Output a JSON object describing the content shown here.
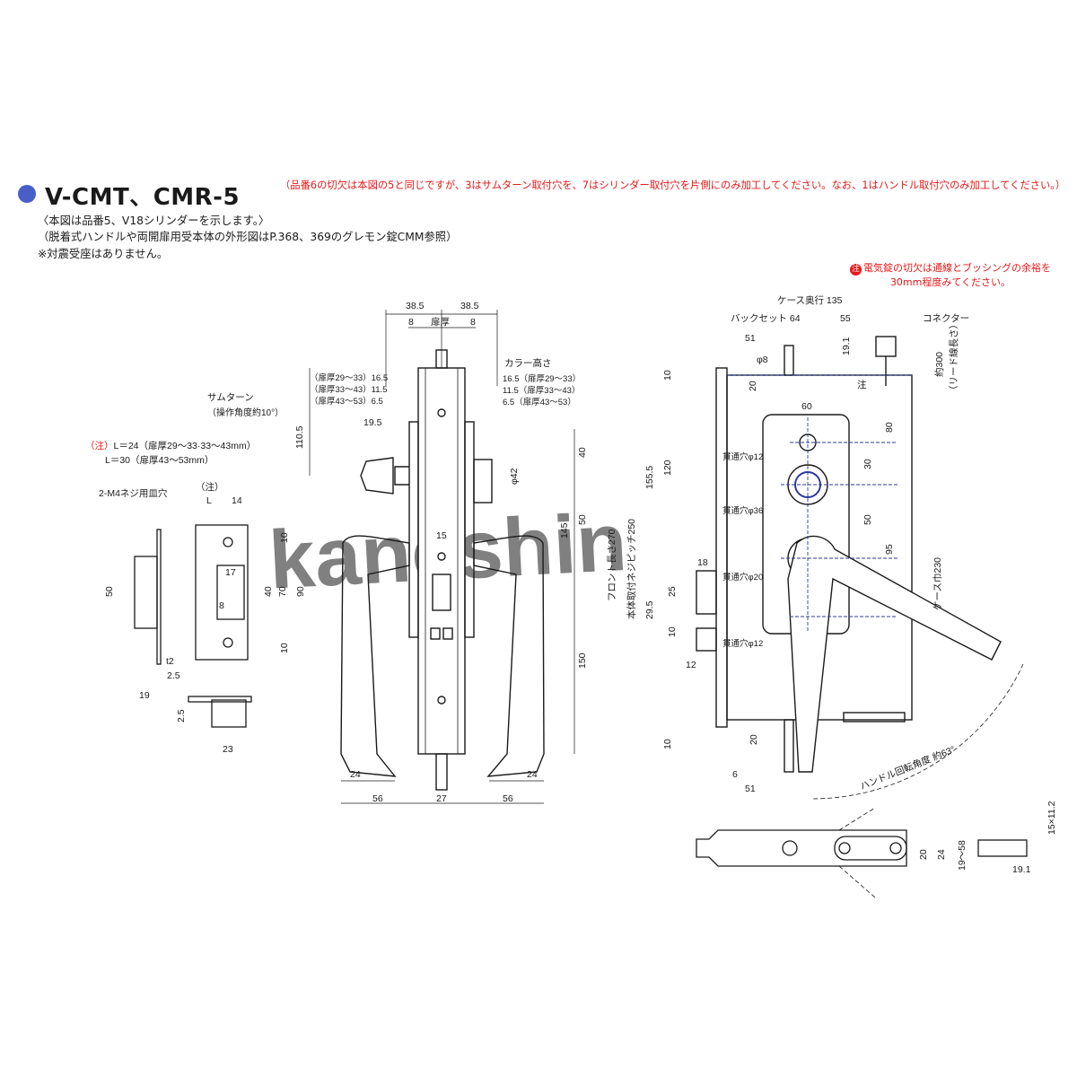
{
  "header": {
    "title": "V-CMT、CMR-5",
    "note_red": "（品番6の切欠は本図の5と同じですが、3はサムターン取付穴を、7はシリンダー取付穴を片側にのみ加工してください。なお、1はハンドル取付穴のみ加工してください。）",
    "sub1": "〈本図は品番5、V18シリンダーを示します。〉",
    "sub2": "（脱着式ハンドルや両開扉用受本体の外形図はP.368、369のグレモン錠CMM参照）",
    "sub3": "※対震受座はありません。",
    "elec_tag": "注",
    "elec_note1": "電気錠の切欠は通線とブッシングの余裕を",
    "elec_note2": "30mm程度みてください。"
  },
  "colors": {
    "accent": "#4a5ec8",
    "red": "#e61919",
    "blue_dim": "#2b3aa0",
    "line": "#1a1a1a"
  },
  "labels": {
    "watermark": "kaneshin",
    "thumbturn": "サムターン",
    "thumbturn_angle": "（操作角度約10°）",
    "note_tag": "（注）",
    "L_24": "L＝24（扉厚29～33·33～43mm）",
    "L_30": "L＝30（扉厚43～53mm）",
    "m4": "2-M4ネジ用皿穴",
    "note_tag2": "（注）",
    "L": "L",
    "t2": "t2",
    "door_thick": "扉厚",
    "collar": "カラー高さ",
    "c1": "16.5（扉厚29～33）",
    "c2": "11.5（扉厚33～43）",
    "c3": "6.5（扉厚43～53）",
    "l1": "（扉厚29～33）16.5",
    "l2": "（扉厚33～43）11.5",
    "l3": "（扉厚43～53）6.5",
    "front_len": "フロント長さ270",
    "body_pitch": "本体取付ネジピッチ250",
    "case_depth": "ケース奥行 135",
    "backset": "バックセット 64",
    "connector": "コネクター",
    "lead": "約300",
    "lead2": "（リード線長さ）",
    "case_width": "ケース巾230",
    "hole12a": "貫通穴φ12",
    "hole36": "貫通穴φ36",
    "hole20": "貫通穴φ20",
    "hole12b": "貫通穴φ12",
    "rot": "ハンドル回転角度 約63°",
    "note_tag3": "注",
    "phi8": "φ8",
    "phi42": "φ42"
  },
  "dims": {
    "d385a": "38.5",
    "d385b": "38.5",
    "d8a": "8",
    "d8b": "8",
    "d1105": "110.5",
    "d195": "19.5",
    "d40": "40",
    "d50": "50",
    "d145": "145",
    "d150": "150",
    "d15": "15",
    "d24a": "24",
    "d24b": "24",
    "d56a": "56",
    "d27": "27",
    "d56b": "56",
    "d14": "14",
    "d10a": "10",
    "d10b": "10",
    "d17": "17",
    "d8c": "8",
    "d40b": "40",
    "d70": "70",
    "d90": "90",
    "d50l": "50",
    "d25": "2.5",
    "d19": "19",
    "d25b": "2.5",
    "d23": "23",
    "r55": "55",
    "r51": "51",
    "r191": "19.1",
    "r20": "20",
    "r60": "60",
    "r10": "10",
    "r120": "120",
    "r1555": "155.5",
    "r80": "80",
    "r30": "30",
    "r50": "50",
    "r95": "95",
    "r18": "18",
    "r25": "25",
    "r295": "29.5",
    "r10b": "10",
    "r12": "12",
    "r10c": "10",
    "r20b": "20",
    "r6": "6",
    "r51b": "51",
    "b20": "20",
    "b24": "24",
    "b1958": "19～58",
    "b1511": "15×11.2",
    "b191": "19.1"
  }
}
